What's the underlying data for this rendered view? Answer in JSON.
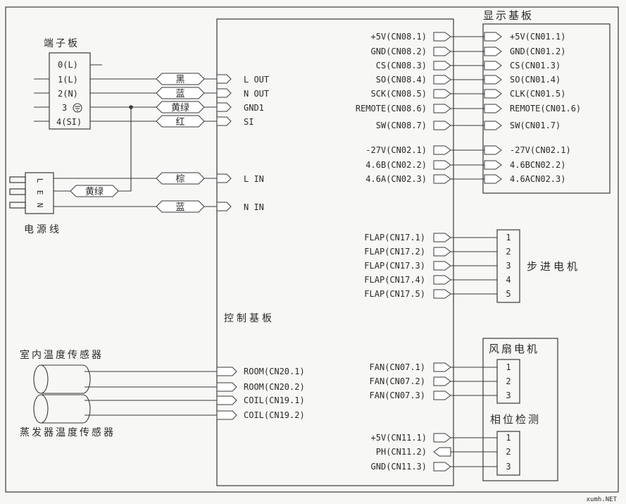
{
  "titles": {
    "display_board": "显示基板",
    "terminal_board": "端子板",
    "power_cord": "电源线",
    "control_board": "控制基板",
    "stepper_motor": "步进电机",
    "fan_motor": "风扇电机",
    "phase_detect": "相位检测",
    "indoor_sensor": "室内温度传感器",
    "evap_sensor": "蒸发器温度传感器"
  },
  "terminal_pins": [
    "0(L)",
    "1(L)",
    "2(N)",
    "3",
    "4(SI)"
  ],
  "power_plug_letters": [
    "L",
    "E",
    "N"
  ],
  "wire_colors": {
    "black": "黑",
    "blue": "蓝",
    "yellow_green": "黄绿",
    "red": "红",
    "brown": "棕",
    "cord_yellow_green": "黄绿",
    "cord_blue": "蓝"
  },
  "control_left_pins": [
    "L OUT",
    "N OUT",
    "GND1",
    "SI",
    "L IN",
    "N IN"
  ],
  "sensor_pins": [
    "ROOM(CN20.1)",
    "ROOM(CN20.2)",
    "COIL(CN19.1)",
    "COIL(CN19.2)"
  ],
  "display_control_pins": [
    "+5V(CN08.1)",
    "GND(CN08.2)",
    "CS(CN08.3)",
    "SO(CN08.4)",
    "SCK(CN08.5)",
    "REMOTE(CN08.6)",
    "SW(CN08.7)",
    "-27V(CN02.1)",
    "4.6B(CN02.2)",
    "4.6A(CN02.3)"
  ],
  "display_board_pins": [
    "+5V(CN01.1)",
    "GND(CN01.2)",
    "CS(CN01.3)",
    "SO(CN01.4)",
    "CLK(CN01.5)",
    "REMOTE(CN01.6)",
    "SW(CN01.7)",
    "-27V(CN02.1)",
    "4.6BCN02.2)",
    "4.6ACN02.3)"
  ],
  "flap_pins": [
    "FLAP(CN17.1)",
    "FLAP(CN17.2)",
    "FLAP(CN17.3)",
    "FLAP(CN17.4)",
    "FLAP(CN17.5)"
  ],
  "stepper_numbers": [
    "1",
    "2",
    "3",
    "4",
    "5"
  ],
  "fan_pins": [
    "FAN(CN07.1)",
    "FAN(CN07.2)",
    "FAN(CN07.3)"
  ],
  "fan_numbers": [
    "1",
    "2",
    "3"
  ],
  "phase_pins": [
    "+5V(CN11.1)",
    "PH(CN11.2)",
    "GND(CN11.3)"
  ],
  "phase_numbers": [
    "1",
    "2",
    "3"
  ],
  "watermark": "xumh.NET"
}
